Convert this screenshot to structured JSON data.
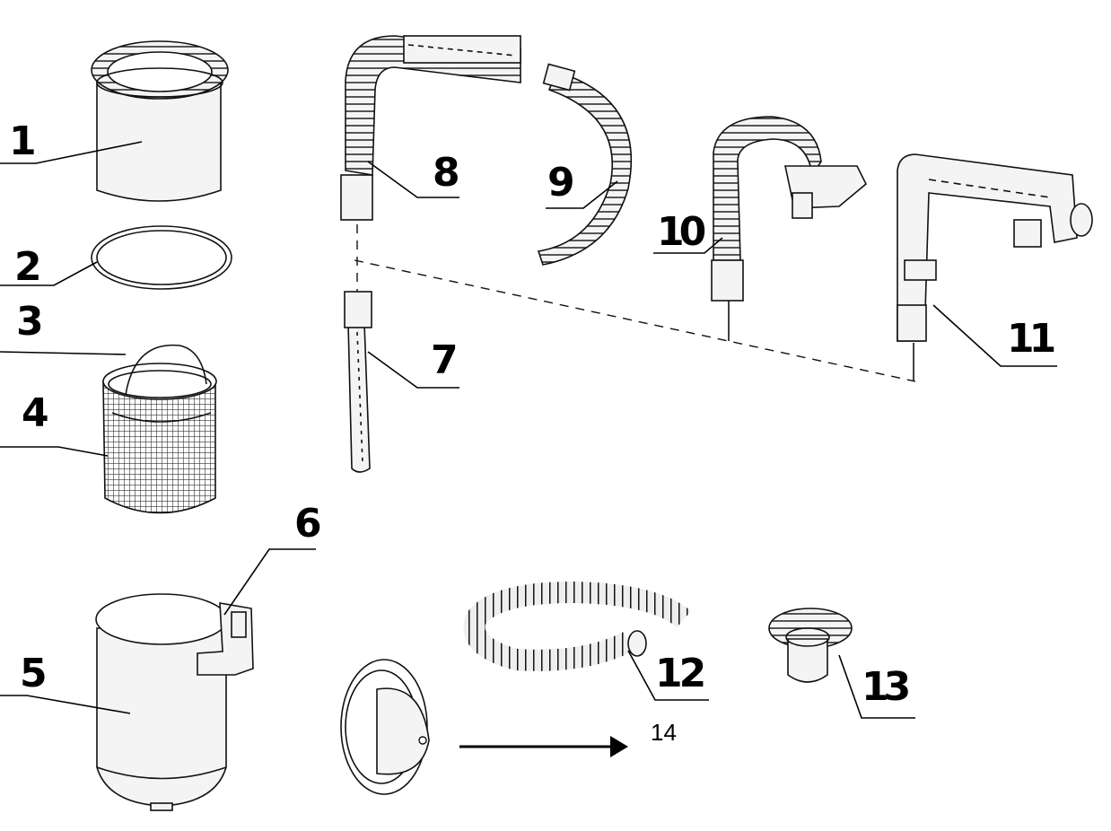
{
  "diagram": {
    "labels": {
      "p1": "1",
      "p2": "2",
      "p3": "3",
      "p4": "4",
      "p5": "5",
      "p6": "6",
      "p7": "7",
      "p8": "8",
      "p9": "9",
      "p10": "10",
      "p11": "11",
      "p12": "12",
      "p13": "13",
      "p14": "14"
    }
  }
}
